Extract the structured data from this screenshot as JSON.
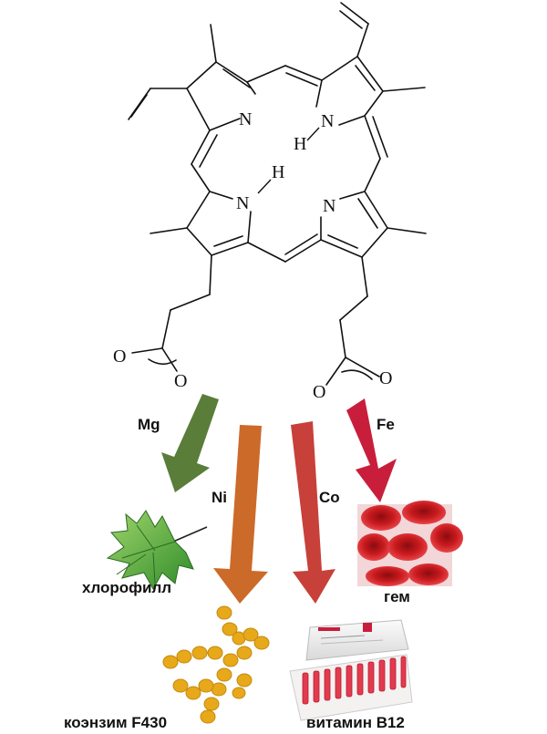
{
  "molecule": {
    "atoms": {
      "n_top_left": "N",
      "n_top_right": "N",
      "h_top_right": "H",
      "n_bottom_left": "N",
      "h_bottom_left": "H",
      "n_bottom_right": "N",
      "o_left_1": "O",
      "o_left_2": "O",
      "o_right_1": "O",
      "o_right_2": "O"
    }
  },
  "pathways": [
    {
      "metal": "Mg",
      "product": "хлорофилл",
      "color": "#5a7d3a",
      "icon": "leaf-icon"
    },
    {
      "metal": "Ni",
      "product": "коэнзим F430",
      "color": "#cc6a2a",
      "icon": "molecule-chain-icon"
    },
    {
      "metal": "Co",
      "product": "витамин B12",
      "color": "#c8403a",
      "icon": "ampoule-box-icon"
    },
    {
      "metal": "Fe",
      "product": "гем",
      "color": "#c81e3c",
      "icon": "red-blood-cells-icon"
    }
  ]
}
